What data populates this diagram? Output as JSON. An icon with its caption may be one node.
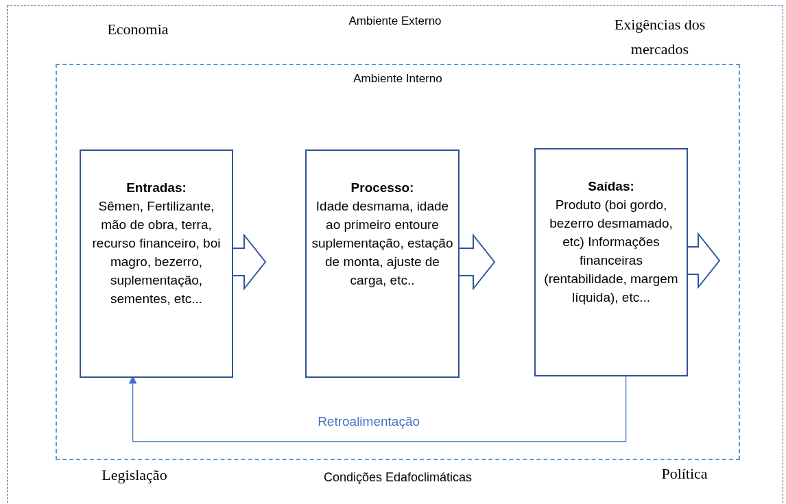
{
  "diagram": {
    "nodes": [
      {
        "text": [
          "Ambiente Externo"
        ]
      },
      {
        "text": [
          "Ambiente Interno"
        ],
        "in": 0
      },
      {
        "text": [
          "Entradas:",
          "Sêmen, Fertilizante, mão de obra, terra, recurso financeiro, boi magro, bezerro, suplementação, sementes, etc..."
        ],
        "in": 1
      },
      {
        "text": [
          "Processo:",
          "Idade desmama, idade ao primeiro entoure suplementação, estação de monta, ajuste de carga, etc.."
        ],
        "in": 1
      },
      {
        "text": [
          "Saídas:",
          "Produto (boi gordo, bezerro desmamado, etc) Informações financeiras (rentabilidade, margem líquida), etc..."
        ],
        "in": 1
      }
    ],
    "edges": [
      {
        "from": 2,
        "to": 3,
        "arrow": "to",
        "style": "thick"
      },
      {
        "from": 3,
        "to": 4,
        "arrow": "to",
        "style": "thick"
      },
      {
        "from": 4,
        "to": null,
        "arrow": "to",
        "style": "thick"
      },
      {
        "from": 4,
        "to": 2,
        "arrow": "to",
        "label": "Retroalimentação",
        "color": "#4472c4"
      }
    ],
    "labels": [
      "Economia",
      "Exigências dos mercados",
      "Legislação",
      "Condições Edafoclimáticas",
      "Política"
    ]
  }
}
